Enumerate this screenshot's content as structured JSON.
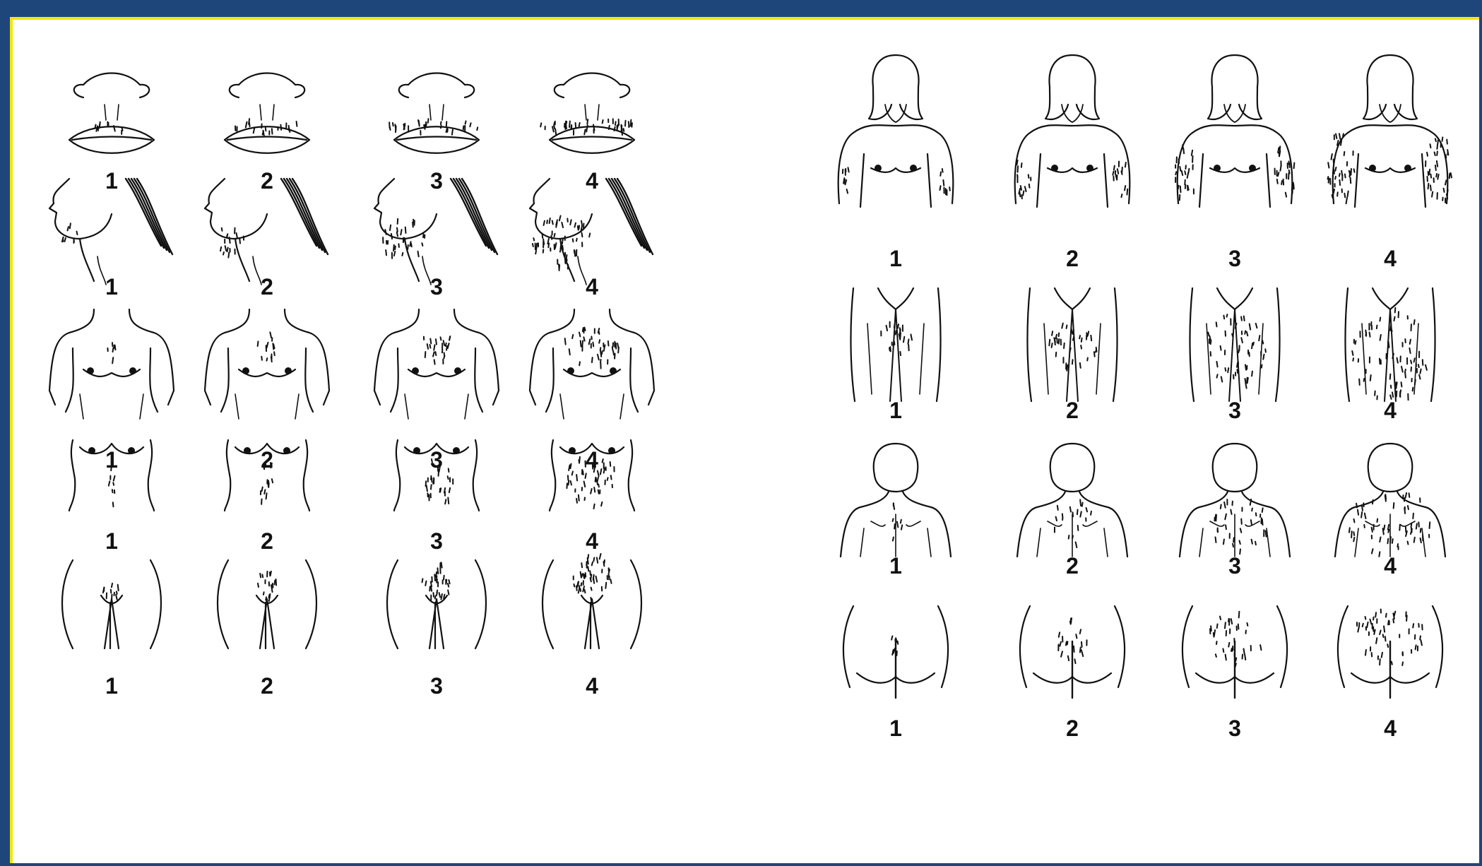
{
  "colors": {
    "outer_bg": "#1f467a",
    "frame_border": "#f2e60a",
    "panel_bg": "#ffffff",
    "ink": "#111111"
  },
  "left_panel": {
    "rows": [
      {
        "region": "upper-lip",
        "labels": [
          "1",
          "2",
          "3",
          "4"
        ]
      },
      {
        "region": "chin",
        "labels": [
          "1",
          "2",
          "3",
          "4"
        ]
      },
      {
        "region": "chest",
        "labels": [
          "1",
          "2",
          "3",
          "4"
        ]
      },
      {
        "region": "upper-abdomen",
        "labels": [
          "1",
          "2",
          "3",
          "4"
        ]
      },
      {
        "region": "lower-abdomen",
        "labels": [
          "1",
          "2",
          "3",
          "4"
        ]
      }
    ]
  },
  "right_panel": {
    "rows": [
      {
        "region": "upper-arm",
        "labels": [
          "1",
          "2",
          "3",
          "4"
        ]
      },
      {
        "region": "thigh",
        "labels": [
          "1",
          "2",
          "3",
          "4"
        ]
      },
      {
        "region": "upper-back",
        "labels": [
          "1",
          "2",
          "3",
          "4"
        ]
      },
      {
        "region": "lower-back",
        "labels": [
          "1",
          "2",
          "3",
          "4"
        ]
      }
    ]
  }
}
